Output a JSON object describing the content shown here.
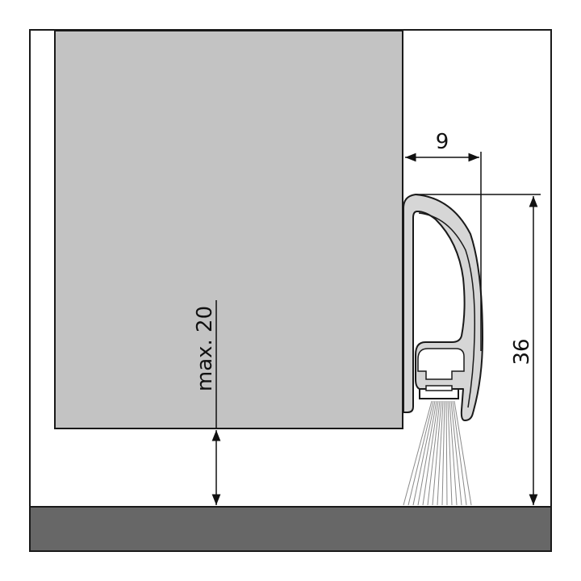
{
  "diagram": {
    "dimensions": {
      "gap_label": "max. 20",
      "offset_label": "9",
      "height_label": "36"
    },
    "colors": {
      "frame": "#1a1a1a",
      "background": "#ffffff",
      "door": "#c3c3c3",
      "floor": "#676767",
      "profile": "#d6d6d6",
      "profile_outline": "#1a1a1a",
      "brush": "#8a8a8a",
      "dimension_line": "#111111"
    }
  }
}
